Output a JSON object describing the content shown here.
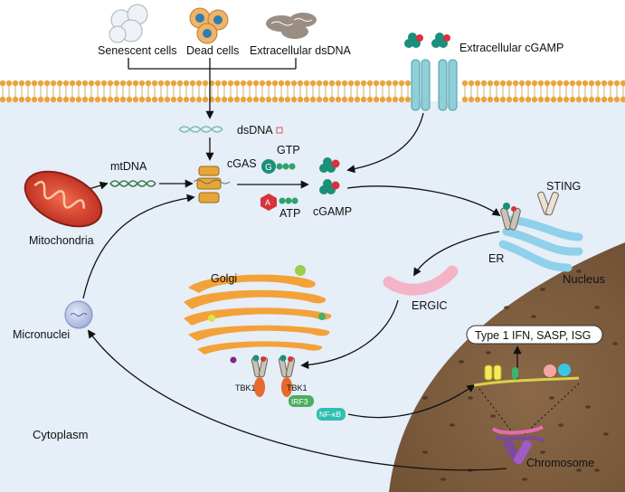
{
  "labels": {
    "senescent": "Senescent cells",
    "dead": "Dead cells",
    "ex_dsdna": "Extracellular dsDNA",
    "ex_cgamp": "Extracellular cGAMP",
    "dsdna": "dsDNA",
    "mtdna": "mtDNA",
    "cgas": "cGAS",
    "gtp": "GTP",
    "atp": "ATP",
    "cgamp": "cGAMP",
    "sting": "STING",
    "er": "ER",
    "ergic": "ERGIC",
    "golgi": "Golgi",
    "mitochondria": "Mitochondria",
    "micronuclei": "Micronuclei",
    "nucleus": "Nucleus",
    "tbk1_left": "TBK1",
    "tbk1_right": "TBK1",
    "irf3": "IRF3",
    "nfkb": "NF-κB",
    "output": "Type 1 IFN, SASP, ISG",
    "chromosome": "Chromosome",
    "cytoplasm": "Cytoplasm",
    "g_letter": "G",
    "a_letter": "A"
  },
  "colors": {
    "cytoplasm_bg": "#e6eef7",
    "membrane_head": "#e8a53a",
    "nucleus": "#7a5a3c",
    "er": "#8fd0ea",
    "ergic": "#f4b4c8",
    "golgi": "#f3a23a",
    "cgamp_teal": "#1a8f7a",
    "cgamp_red": "#d8323b"
  }
}
